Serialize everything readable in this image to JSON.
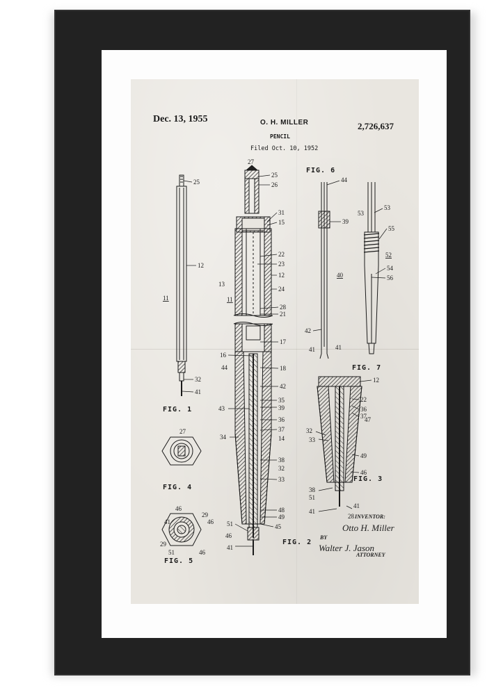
{
  "patent": {
    "date": "Dec. 13, 1955",
    "inventor": "O. H. MILLER",
    "title": "PENCIL",
    "filed": "Filed Oct. 10, 1952",
    "number": "2,726,637"
  },
  "figures": {
    "fig1": "FIG. 1",
    "fig2": "FIG. 2",
    "fig3": "FIG. 3",
    "fig4": "FIG. 4",
    "fig5": "FIG. 5",
    "fig6": "FIG. 6",
    "fig7": "FIG. 7"
  },
  "labels": {
    "f1_25": "25",
    "f1_12": "12",
    "f1_11": "11",
    "f1_32": "32",
    "f1_41": "41",
    "f2_27": "27",
    "f2_25": "25",
    "f2_26": "26",
    "f2_31": "31",
    "f2_15": "15",
    "f2_22": "22",
    "f2_23": "23",
    "f2_12": "12",
    "f2_13": "13",
    "f2_24": "24",
    "f2_11": "11",
    "f2_28": "28",
    "f2_21": "21",
    "f2_17": "17",
    "f2_16": "16",
    "f2_44": "44",
    "f2_18": "18",
    "f2_42": "42",
    "f2_35": "35",
    "f2_39": "39",
    "f2_43": "43",
    "f2_36": "36",
    "f2_37": "37",
    "f2_34": "34",
    "f2_14": "14",
    "f2_38": "38",
    "f2_32": "32",
    "f2_33": "33",
    "f2_48a": "48",
    "f2_49": "49",
    "f2_51": "51",
    "f2_45": "45",
    "f2_46": "46",
    "f2_41": "41",
    "f6_44": "44",
    "f6_39": "39",
    "f6_40": "40",
    "f6_42": "42",
    "f6_41a": "41",
    "f6_41b": "41",
    "f7_53a": "53",
    "f7_53b": "53",
    "f7_55": "55",
    "f7_52": "52",
    "f7_54": "54",
    "f7_56": "56",
    "f3_12": "12",
    "f3_22": "22",
    "f3_36": "36",
    "f3_37": "37",
    "f3_47": "47",
    "f3_32": "32",
    "f3_33": "33",
    "f3_49": "49",
    "f3_46": "46",
    "f3_38": "38",
    "f3_51": "51",
    "f3_41a": "41",
    "f3_41b": "41",
    "f3_28": "28",
    "f4_27": "27",
    "f5_46a": "46",
    "f5_41": "41",
    "f5_29a": "29",
    "f5_46b": "46",
    "f5_29b": "29",
    "f5_51": "51",
    "f5_46c": "46"
  },
  "signature": {
    "inventor_label": "INVENTOR:",
    "inventor_name": "Otto H. Miller",
    "by": "BY",
    "attorney_name": "Walter J. Jason",
    "attorney_label": "ATTORNEY"
  }
}
